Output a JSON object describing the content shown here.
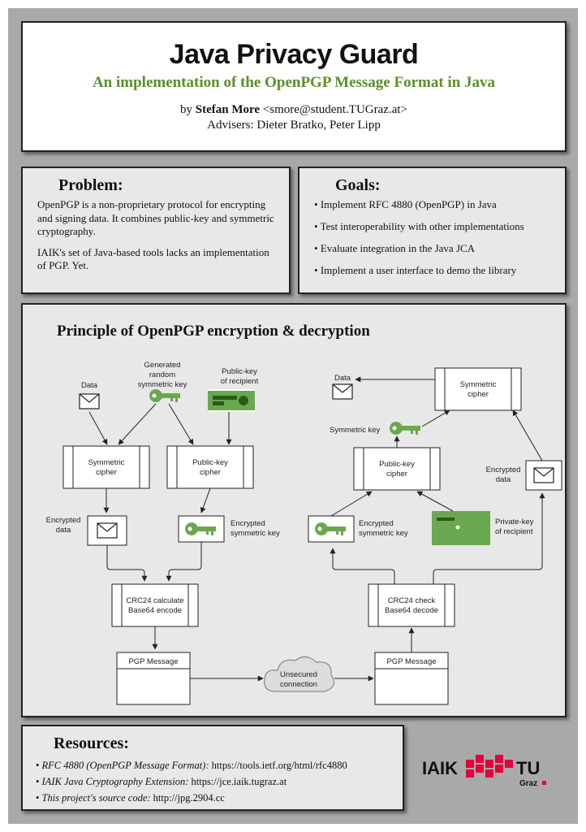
{
  "header": {
    "title": "Java Privacy Guard",
    "subtitle": "An implementation of the OpenPGP Message Format in Java",
    "by_prefix": "by",
    "author": "Stefan More",
    "email": "<smore@student.TUGraz.at>",
    "advisers": "Advisers: Dieter Bratko, Peter Lipp"
  },
  "problem": {
    "heading": "Problem:",
    "paragraphs": [
      "OpenPGP is a non-proprietary protocol for encrypting and signing data. It combines public-key and symmetric cryptography.",
      "IAIK's set of Java-based tools lacks an implementation of PGP. Yet."
    ]
  },
  "goals": {
    "heading": "Goals:",
    "items": [
      "Implement RFC 4880 (OpenPGP) in Java",
      "Test interoperability with other implementations",
      "Evaluate integration in the Java JCA",
      "Implement a user interface to demo the library"
    ]
  },
  "diagram": {
    "heading": "Principle of OpenPGP encryption & decryption",
    "enc": {
      "data": "Data",
      "gen_key_1": "Generated",
      "gen_key_2": "random",
      "gen_key_3": "symmetric key",
      "pub_key_1": "Public-key",
      "pub_key_2": "of recipient",
      "sym_cipher_1": "Symmetric",
      "sym_cipher_2": "cipher",
      "pk_cipher_1": "Public-key",
      "pk_cipher_2": "cipher",
      "enc_data_1": "Encrypted",
      "enc_data_2": "data",
      "enc_key_1": "Encrypted",
      "enc_key_2": "symmetric key",
      "crc_1": "CRC24 calculate",
      "crc_2": "Base64 encode",
      "message": "PGP Message"
    },
    "cloud_1": "Unsecured",
    "cloud_2": "connection",
    "dec": {
      "data": "Data",
      "sym_cipher_1": "Symmetric",
      "sym_cipher_2": "cipher",
      "sym_key": "Symmetric key",
      "pk_cipher_1": "Public-key",
      "pk_cipher_2": "cipher",
      "enc_data_1": "Encrypted",
      "enc_data_2": "data",
      "enc_key_1": "Encrypted",
      "enc_key_2": "symmetric key",
      "priv_key_1": "Private-key",
      "priv_key_2": "of recipient",
      "crc_1": "CRC24 check",
      "crc_2": "Base64 decode",
      "message": "PGP Message"
    }
  },
  "resources": {
    "heading": "Resources:",
    "items": [
      {
        "label": "RFC 4880 (OpenPGP Message Format):",
        "value": "https://tools.ietf.org/html/rfc4880"
      },
      {
        "label": "IAIK Java Cryptography Extension:",
        "value": "https://jce.iaik.tugraz.at"
      },
      {
        "label": "This project's source code:",
        "value": "http://jpg.2904.cc"
      }
    ]
  },
  "logo": {
    "left": "IAIK",
    "right": "TU",
    "sub": "Graz",
    "accent_color": "#e4003a"
  },
  "colors": {
    "title_green": "#5b8f2a",
    "key_green": "#6aa84f",
    "poster_bg": "#a9a9a9"
  }
}
